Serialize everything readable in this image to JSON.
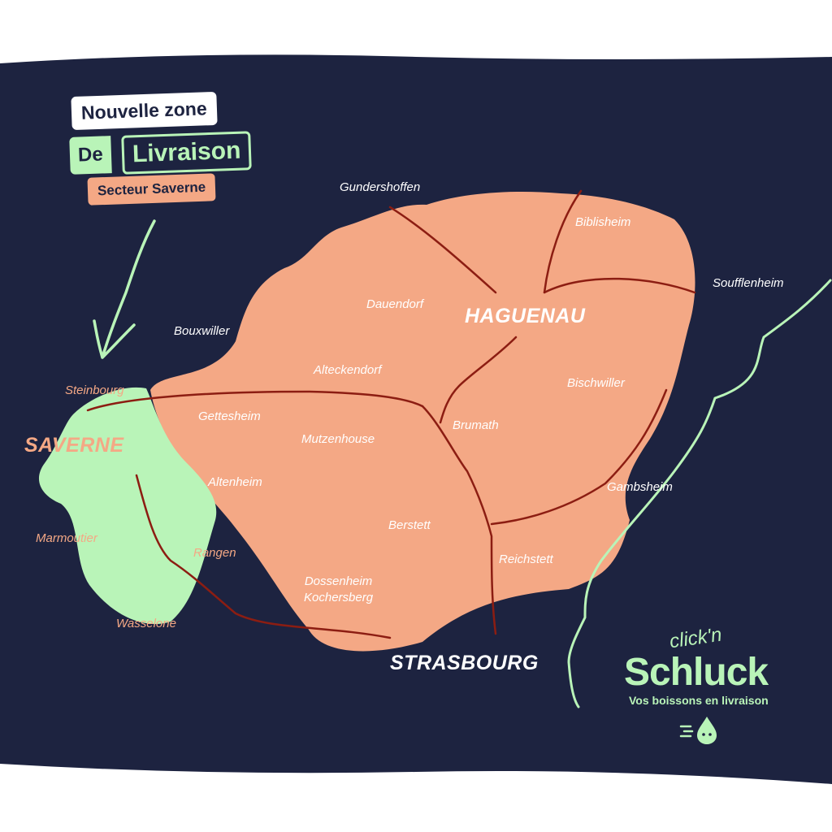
{
  "colors": {
    "background": "#1d2340",
    "zone_orange": "#f4a885",
    "zone_green": "#b9f4b8",
    "road": "#8c1d12",
    "text_white": "#ffffff"
  },
  "badge": {
    "line1": "Nouvelle zone",
    "line2_prefix": "De",
    "line2_main": "Livraison",
    "line3": "Secteur Saverne"
  },
  "map": {
    "cities": {
      "haguenau": "HAGUENAU",
      "strasbourg": "STRASBOURG",
      "saverne": "SAVERNE"
    },
    "towns": {
      "gundershoffen": "Gundershoffen",
      "biblisheim": "Biblisheim",
      "soufflenheim": "Soufflenheim",
      "dauendorf": "Dauendorf",
      "bouxwiller": "Bouxwiller",
      "alteckendorf": "Alteckendorf",
      "bischwiller": "Bischwiller",
      "steinbourg": "Steinbourg",
      "gettesheim": "Gettesheim",
      "mutzenhouse": "Mutzenhouse",
      "brumath": "Brumath",
      "altenheim": "Altenheim",
      "gambsheim": "Gambsheim",
      "berstett": "Berstett",
      "marmoutier": "Marmoutier",
      "rangen": "Rangen",
      "reichstett": "Reichstett",
      "dossenheim_line1": "Dossenheim",
      "dossenheim_line2": "Kochersberg",
      "wasselone": "Wasselone"
    }
  },
  "brand": {
    "top": "click'n",
    "name": "Schluck",
    "tagline": "Vos boissons en livraison",
    "logo_icon": "droplet-icon"
  }
}
